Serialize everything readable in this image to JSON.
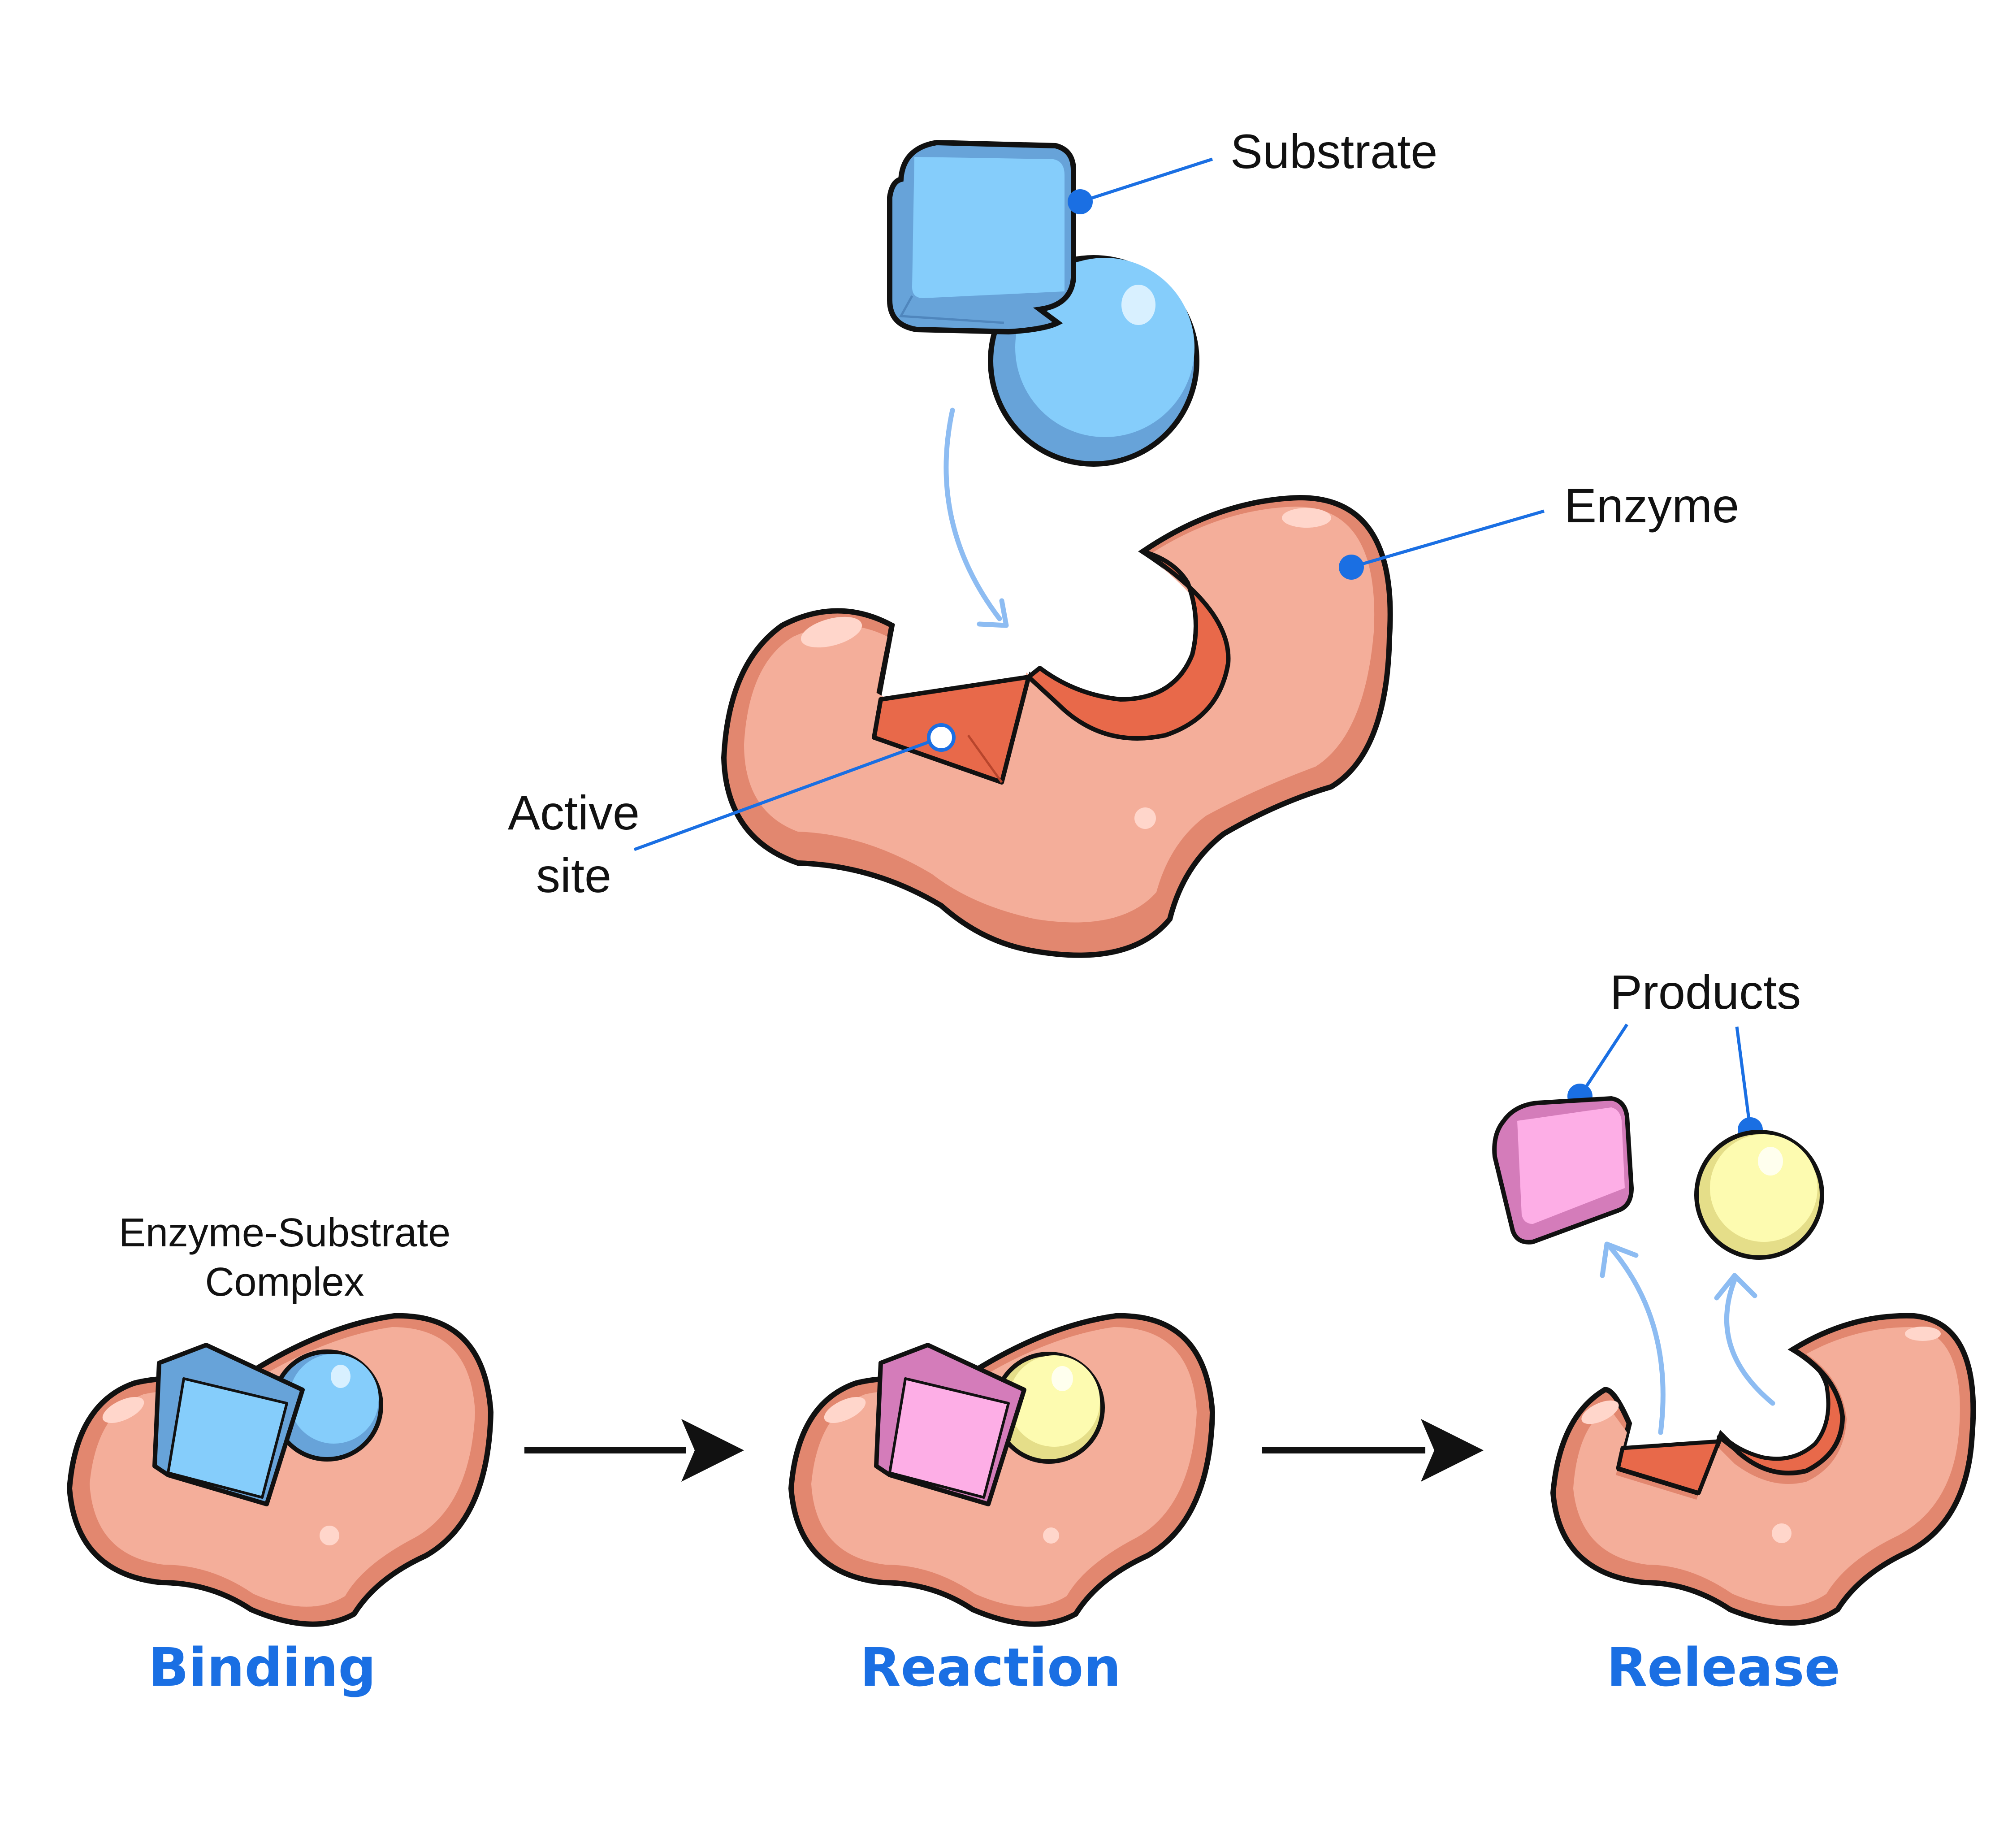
{
  "labels": {
    "substrate": "Substrate",
    "enzyme": "Enzyme",
    "active_site_line1": "Active",
    "active_site_line2": "site",
    "products": "Products",
    "complex_line1": "Enzyme-Substrate",
    "complex_line2": "Complex"
  },
  "steps": {
    "binding": "Binding",
    "reaction": "Reaction",
    "release": "Release"
  },
  "colors": {
    "label_blue": "#1a6fe3",
    "enzyme_body": "#f4ae9a",
    "enzyme_shade": "#e2876f",
    "active_site": "#e8694a",
    "substrate_blue": "#85cdfb",
    "substrate_shade": "#67a3d9",
    "product_pink": "#fdaee6",
    "product_yellow": "#fdfbb0",
    "arrow_light_blue": "#8dbcf2",
    "outline": "#111111"
  }
}
